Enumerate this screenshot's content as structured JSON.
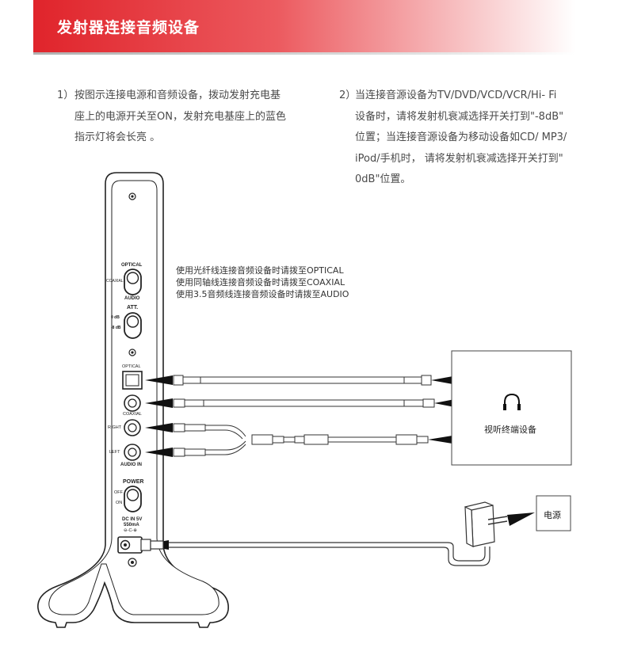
{
  "header": {
    "title": "发射器连接音频设备"
  },
  "instructions": {
    "step1": {
      "number": "1）",
      "lines": [
        "按图示连接电源和音频设备，拨动发射充电基",
        "座上的电源开关至ON，发射充电基座上的蓝色",
        "指示灯将会长亮 。"
      ]
    },
    "step2": {
      "number": "2）",
      "lines": [
        "当连接音源设备为TV/DVD/VCD/VCR/Hi- Fi",
        "设备时，请将发射机衰减选择开关打到\"-8dB\"",
        "位置；当连接音源设备为移动设备如CD/ MP3/",
        "iPod/手机时， 请将发射机衰减选择开关打到\"",
        "0dB\"位置。"
      ]
    }
  },
  "switch_notes": [
    "使用光纤线连接音频设备时请拨至OPTICAL",
    "使用同轴线连接音频设备时请拨至COAXIAL",
    "使用3.5音频线连接音频设备时请拨至AUDIO"
  ],
  "device": {
    "optical_label": "OPTICAL",
    "coaxial_small": "COAXIAL",
    "audio_label": "AUDIO",
    "att_label": "ATT.",
    "att_0db": "0 dB",
    "att_8db": "-8 dB",
    "port_optical": "OPTICAL",
    "port_coaxial": "COAXIAL",
    "port_right": "RIGHT",
    "port_left": "LEFT",
    "audio_in": "AUDIO IN",
    "power_label": "POWER",
    "power_off": "OFF",
    "power_on": "ON",
    "dc_in": "DC IN 5V",
    "dc_current": "550mA",
    "dc_polarity": "⊖-C-⊕"
  },
  "av_box": {
    "label": "视听终端设备",
    "icon": "headphones-icon"
  },
  "power_box": {
    "label": "电源"
  }
}
